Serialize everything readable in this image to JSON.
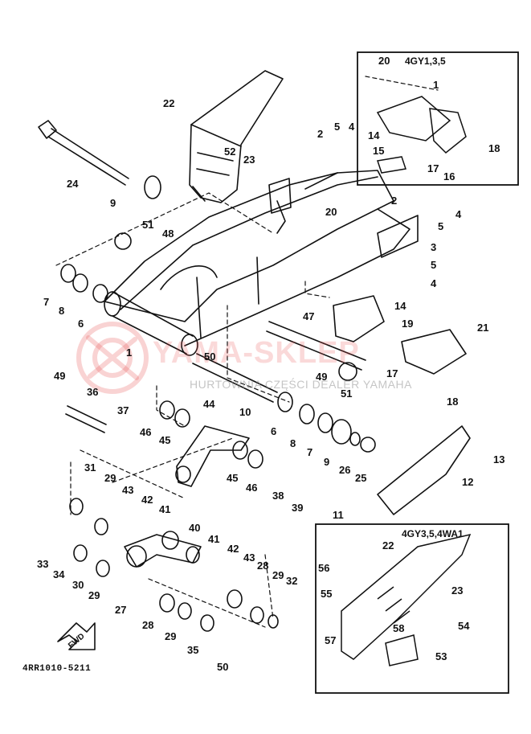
{
  "watermark": {
    "main": "YAMA-SKLEP",
    "sub": "HURTOWNIA CZĘŚCI DEALER YAMAHA"
  },
  "boxes": {
    "top_right_title": "4GY1,3,5",
    "bottom_right_title": "4GY3,5,4WA1"
  },
  "footer": {
    "code": "4RR1010-5211"
  },
  "fwd_badge": "FWD",
  "part_numbers": [
    "22",
    "24",
    "9",
    "52",
    "23",
    "2",
    "5",
    "4",
    "20",
    "1",
    "14",
    "15",
    "17",
    "16",
    "18",
    "2",
    "5",
    "4",
    "20",
    "51",
    "48",
    "3",
    "5",
    "4",
    "7",
    "8",
    "6",
    "14",
    "47",
    "19",
    "21",
    "1",
    "50",
    "49",
    "51",
    "17",
    "18",
    "49",
    "36",
    "37",
    "46",
    "45",
    "44",
    "10",
    "6",
    "8",
    "7",
    "9",
    "26",
    "25",
    "13",
    "12",
    "11",
    "31",
    "29",
    "43",
    "42",
    "41",
    "45",
    "46",
    "38",
    "39",
    "40",
    "41",
    "42",
    "43",
    "28",
    "29",
    "33",
    "34",
    "30",
    "29",
    "27",
    "28",
    "29",
    "35",
    "50",
    "32",
    "22",
    "56",
    "23",
    "55",
    "58",
    "54",
    "57",
    "53"
  ]
}
